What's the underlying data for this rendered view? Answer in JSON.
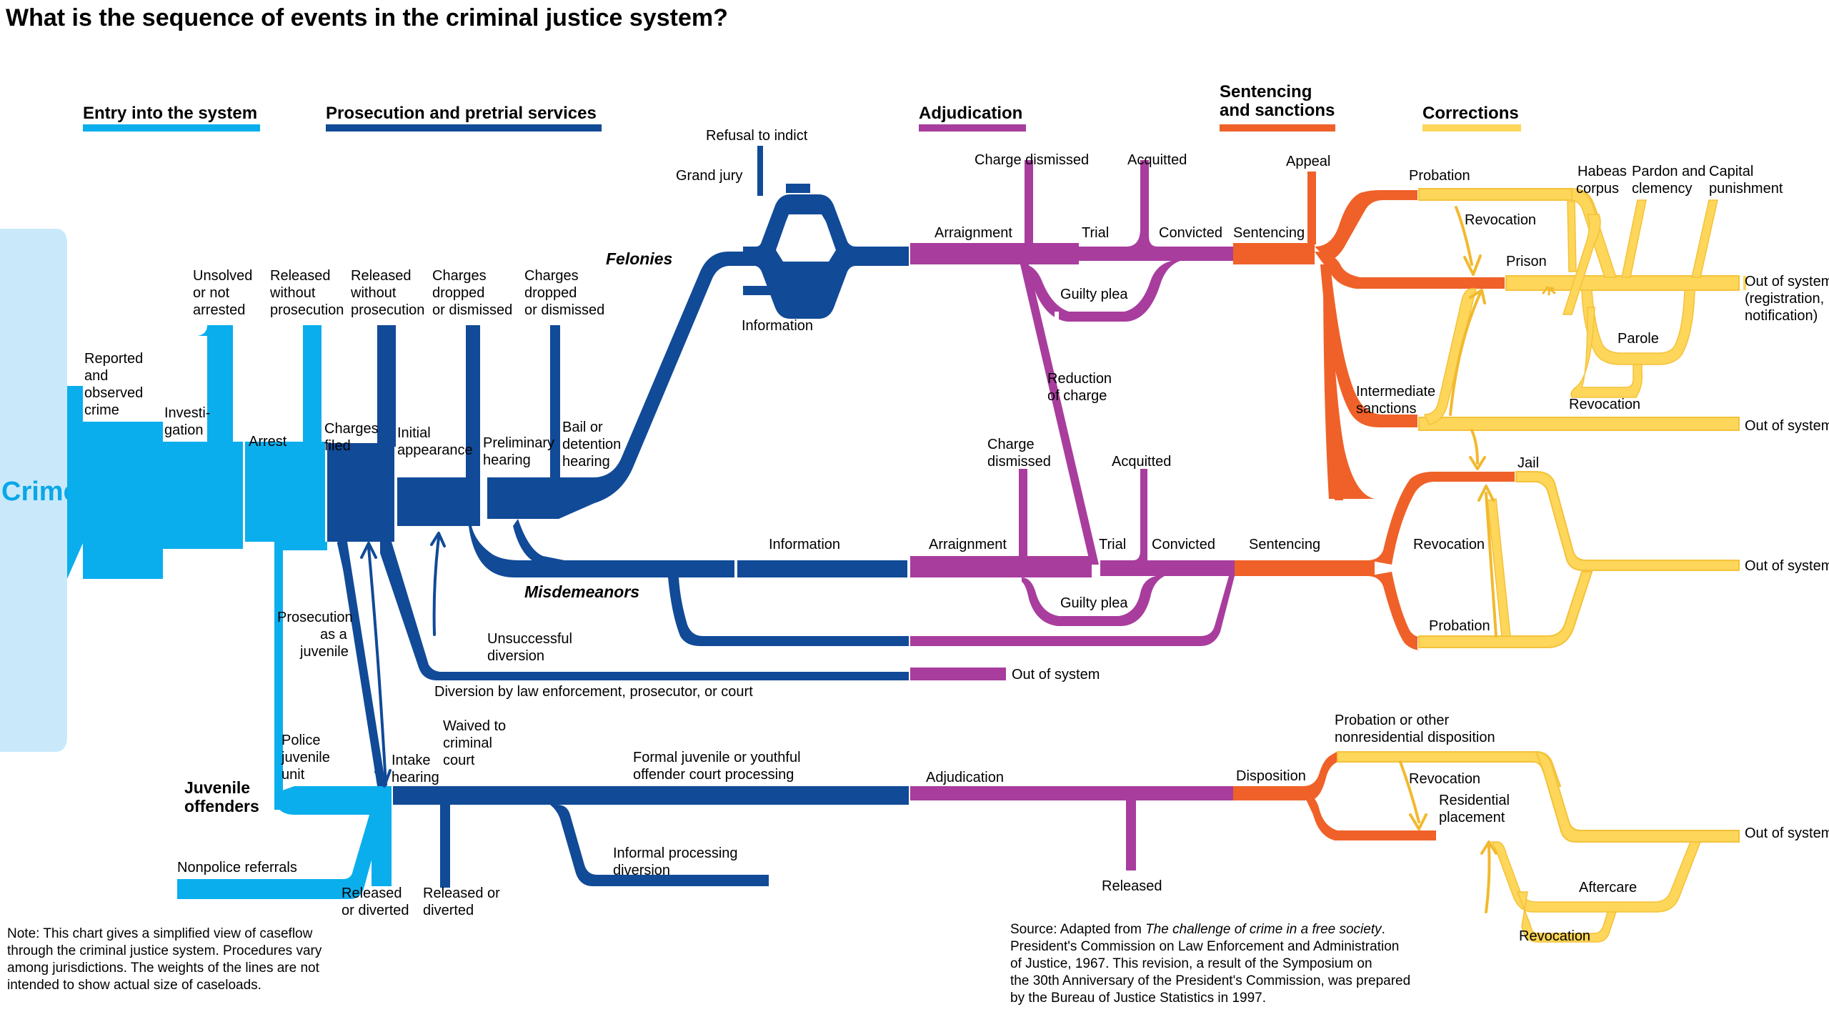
{
  "title": "What is the sequence of events in the criminal justice system?",
  "stages": {
    "entry": {
      "label": "Entry into the system",
      "color": "#0aaeed"
    },
    "prosecution": {
      "label": "Prosecution and pretrial services",
      "color": "#114a97"
    },
    "adjudication": {
      "label": "Adjudication",
      "color": "#a83d9e"
    },
    "sentencing_line1": "Sentencing",
    "sentencing_line2": "and sanctions",
    "sentencing_color": "#ef6128",
    "corrections": {
      "label": "Corrections",
      "color": "#fdd65a"
    }
  },
  "labels": {
    "crime": "Crime",
    "reported_1": "Reported",
    "reported_2": "and",
    "reported_3": "observed",
    "reported_4": "crime",
    "investigation_1": "Investi-",
    "investigation_2": "gation",
    "arrest": "Arrest",
    "unsolved_1": "Unsolved",
    "unsolved_2": "or not",
    "unsolved_3": "arrested",
    "released_wo_1_1": "Released",
    "released_wo_1_2": "without",
    "released_wo_1_3": "prosecution",
    "released_wo_2_1": "Released",
    "released_wo_2_2": "without",
    "released_wo_2_3": "prosecution",
    "charges_dropped_1_1": "Charges",
    "charges_dropped_1_2": "dropped",
    "charges_dropped_1_3": "or dismissed",
    "charges_dropped_2_1": "Charges",
    "charges_dropped_2_2": "dropped",
    "charges_dropped_2_3": "or dismissed",
    "charges_filed_1": "Charges",
    "charges_filed_2": "filed",
    "initial_appearance_1": "Initial",
    "initial_appearance_2": "appearance",
    "preliminary_hearing_1": "Preliminary",
    "preliminary_hearing_2": "hearing",
    "bail_1": "Bail or",
    "bail_2": "detention",
    "bail_3": "hearing",
    "felonies": "Felonies",
    "misdemeanors": "Misdemeanors",
    "refusal_to_indict": "Refusal to indict",
    "grand_jury": "Grand jury",
    "information_top": "Information",
    "information_mid": "Information",
    "arraignment_top": "Arraignment",
    "arraignment_mid": "Arraignment",
    "charge_dismissed_top": "Charge dismissed",
    "acquitted_top": "Acquitted",
    "trial_top": "Trial",
    "convicted_top": "Convicted",
    "guilty_plea_top": "Guilty plea",
    "reduction_1": "Reduction",
    "reduction_2": "of charge",
    "charge_dismissed_mid_1": "Charge",
    "charge_dismissed_mid_2": "dismissed",
    "acquitted_mid": "Acquitted",
    "trial_mid": "Trial",
    "convicted_mid": "Convicted",
    "guilty_plea_mid": "Guilty plea",
    "unsuccessful_1": "Unsuccessful",
    "unsuccessful_2": "diversion",
    "diversion": "Diversion by law enforcement, prosecutor, or court",
    "out_of_system_adj": "Out of system",
    "prosecution_juvenile_1": "Prosecution",
    "prosecution_juvenile_2": "as a",
    "prosecution_juvenile_3": "juvenile",
    "police_juvenile_1": "Police",
    "police_juvenile_2": "juvenile",
    "police_juvenile_3": "unit",
    "juvenile_1": "Juvenile",
    "juvenile_2": "offenders",
    "intake_1": "Intake",
    "intake_2": "hearing",
    "waived_1": "Waived to",
    "waived_2": "criminal",
    "waived_3": "court",
    "formal_1": "Formal juvenile or youthful",
    "formal_2": "offender court processing",
    "nonpolice": "Nonpolice referrals",
    "released_diverted_1_1": "Released",
    "released_diverted_1_2": "or diverted",
    "released_diverted_2_1": "Released or",
    "released_diverted_2_2": "diverted",
    "informal_1": "Informal processing",
    "informal_2": "diversion",
    "adjudication_juv": "Adjudication",
    "released_juv": "Released",
    "appeal": "Appeal",
    "sentencing_top": "Sentencing",
    "sentencing_mid": "Sentencing",
    "disposition": "Disposition",
    "probation_top": "Probation",
    "revocation_1": "Revocation",
    "prison": "Prison",
    "habeas_1": "Habeas",
    "habeas_2": "corpus",
    "pardon_1": "Pardon and",
    "pardon_2": "clemency",
    "capital_1": "Capital",
    "capital_2": "punishment",
    "out_registration_1": "Out of system",
    "out_registration_2": "(registration,",
    "out_registration_3": "notification)",
    "parole": "Parole",
    "revocation_2": "Revocation",
    "intermediate_1": "Intermediate",
    "intermediate_2": "sanctions",
    "out_intermediate": "Out of system",
    "jail": "Jail",
    "revocation_3": "Revocation",
    "out_jail": "Out of system",
    "probation_mid": "Probation",
    "probation_other_1": "Probation or other",
    "probation_other_2": "nonresidential disposition",
    "revocation_4": "Revocation",
    "residential_1": "Residential",
    "residential_2": "placement",
    "out_juv": "Out of system",
    "aftercare": "Aftercare",
    "revocation_5": "Revocation"
  },
  "note": [
    "Note: This chart gives a simplified view of caseflow",
    "through the criminal justice system. Procedures vary",
    "among jurisdictions. The weights of the lines are not",
    "intended to show actual size of caseloads."
  ],
  "source": {
    "line1_prefix": "Source: Adapted from ",
    "line1_italic": "The challenge of crime in a free society",
    "line1_suffix": ".",
    "line2": "President's Commission on Law Enforcement and Administration",
    "line3": "of Justice, 1967. This revision, a result of the Symposium on",
    "line4": "the 30th Anniversary of the President's Commission, was prepared",
    "line5": "by the Bureau of Justice Statistics in 1997."
  }
}
